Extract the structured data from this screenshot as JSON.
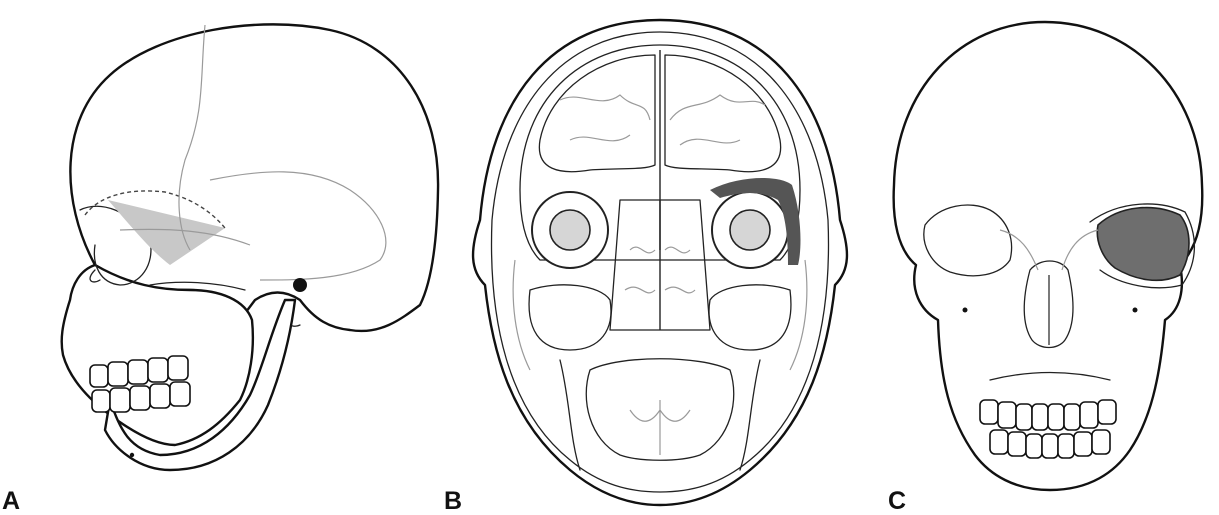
{
  "panels": [
    {
      "label": "A",
      "view": "lateral-skull",
      "highlight_color": "#c8c8c8"
    },
    {
      "label": "B",
      "view": "coronal-head-section",
      "highlight_color": "#555555"
    },
    {
      "label": "C",
      "view": "frontal-skull",
      "highlight_color": "#6e6e6e"
    }
  ],
  "icons": [
    "lateral-skull-drawing",
    "coronal-section-drawing",
    "frontal-skull-drawing"
  ]
}
